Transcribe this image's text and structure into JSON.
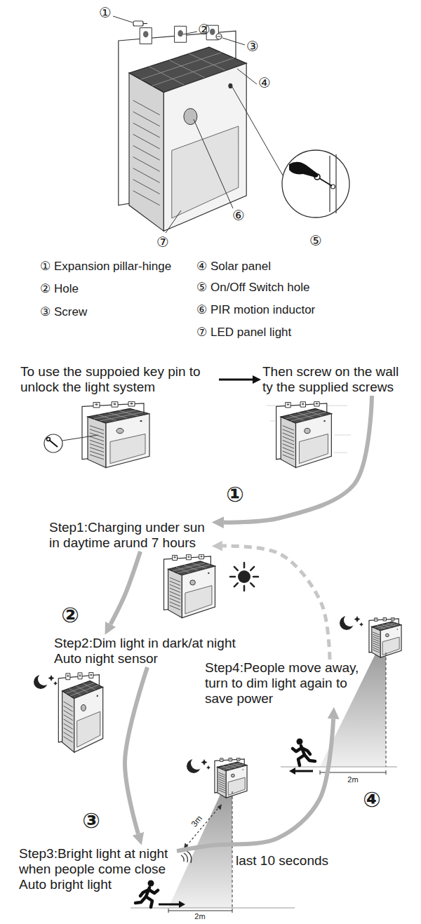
{
  "diagram": {
    "nodes": [
      {
        "text": [
          "To use the suppoied key pin to unlock the light system"
        ]
      },
      {
        "text": [
          "Then screw on the wall ty the supplied screws"
        ]
      },
      {
        "text": [
          "Step1:Charging under sun in daytime arund 7 hours"
        ]
      },
      {
        "text": [
          "Step2:Dim light in dark/at night Auto night sensor"
        ]
      },
      {
        "text": [
          "Step3:Bright light at night when people come close Auto bright light"
        ]
      },
      {
        "text": [
          "Step4:People move away, turn to dim light again to save power"
        ]
      }
    ],
    "edges": [
      {
        "from": 0,
        "to": 1,
        "arrow": "to"
      },
      {
        "from": 1,
        "to": 2,
        "arrow": "to"
      },
      {
        "from": 2,
        "to": 3,
        "arrow": "to"
      },
      {
        "from": 3,
        "to": 4,
        "arrow": "to"
      },
      {
        "from": 4,
        "to": 5,
        "arrow": "to"
      },
      {
        "from": 5,
        "to": 2,
        "arrow": "to"
      }
    ],
    "labels": [
      "①",
      "②",
      "③",
      "④",
      "⑤",
      "⑥",
      "⑦",
      "① Expansion pillar-hinge",
      "② Hole",
      "③ Screw",
      "④ Solar panel",
      "⑤ On/Off Switch hole",
      "⑥ PIR motion inductor",
      "⑦ LED panel light",
      "①",
      "②",
      "③",
      "3m",
      "2m",
      "last 10 seconds",
      "④",
      "2m"
    ]
  }
}
